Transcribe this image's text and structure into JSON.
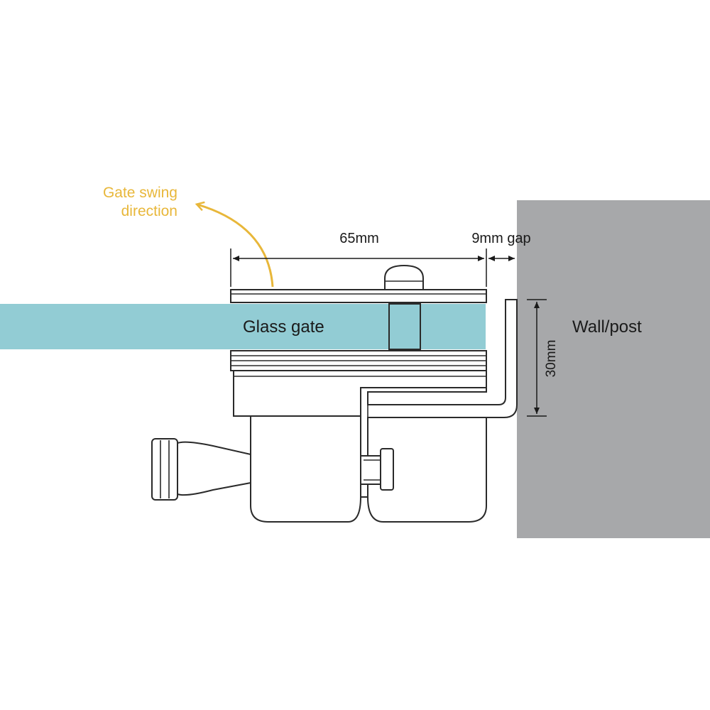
{
  "diagram": {
    "labels": {
      "swing_line1": "Gate swing",
      "swing_line2": "direction",
      "width_dimension": "65mm",
      "gap_dimension": "9mm gap",
      "glass": "Glass gate",
      "wall": "Wall/post",
      "height_dimension": "30mm"
    },
    "colors": {
      "glass": "#92ccd4",
      "wall": "#a7a8aa",
      "swing_arrow": "#e8b73a",
      "outline": "#2a2a2a"
    }
  }
}
